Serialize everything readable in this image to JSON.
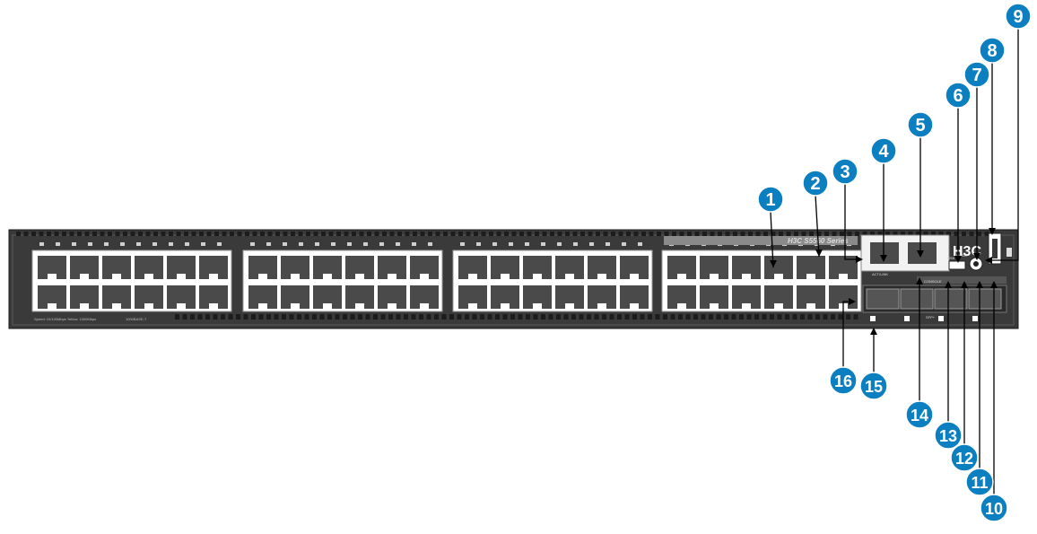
{
  "device": {
    "model_label": "H3C S5560 Series",
    "logo": "H3C",
    "bottom_label_left": "Speed: 10/100Mbps    Yellow: 1000Mbps",
    "bottom_label_mid": "1000BASE-T",
    "console_label": "CONSOLE",
    "mgmt_label": "ACT/LINK",
    "mode_label": "MODE",
    "usb_label": "USB",
    "sfp_label": "SFP+",
    "port_groups": [
      {
        "name": "ports-1-12",
        "first_port": 1
      },
      {
        "name": "ports-13-24",
        "first_port": 13
      },
      {
        "name": "ports-25-36",
        "first_port": 25
      },
      {
        "name": "ports-37-48",
        "first_port": 37
      }
    ]
  },
  "callouts": [
    {
      "number": "1"
    },
    {
      "number": "2"
    },
    {
      "number": "3"
    },
    {
      "number": "4"
    },
    {
      "number": "5"
    },
    {
      "number": "6"
    },
    {
      "number": "7"
    },
    {
      "number": "8"
    },
    {
      "number": "9"
    },
    {
      "number": "10"
    },
    {
      "number": "11"
    },
    {
      "number": "12"
    },
    {
      "number": "13"
    },
    {
      "number": "14"
    },
    {
      "number": "15"
    },
    {
      "number": "16"
    }
  ],
  "colors": {
    "chassis": "#3a3a3a",
    "chassis_dark": "#1c1c1c",
    "port_panel": "#ffffff",
    "port": "#4a4a4a",
    "callout": "#0b7fc0",
    "line": "#000000"
  }
}
